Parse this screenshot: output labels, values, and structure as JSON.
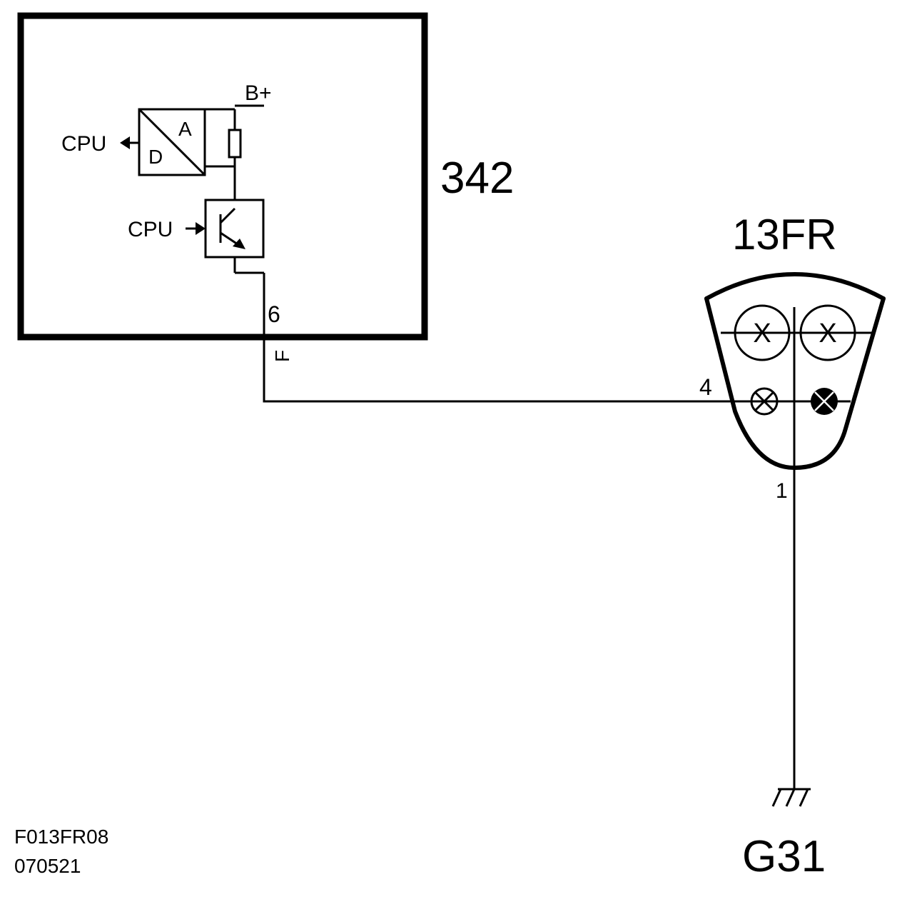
{
  "module": {
    "id": "342",
    "supply_label": "B+",
    "adc": {
      "analog_label": "A",
      "digital_label": "D"
    },
    "cpu_output_label": "CPU",
    "cpu_input_label": "CPU",
    "pin_label": "6",
    "wire_code": "F"
  },
  "lamp": {
    "id": "13FR",
    "symbol_labels": [
      "X",
      "X"
    ],
    "input_pin": "4",
    "ground_pin": "1"
  },
  "ground": {
    "id": "G31"
  },
  "footer": {
    "code": "F013FR08",
    "date": "070521"
  },
  "colors": {
    "ink": "#000000",
    "background": "#ffffff"
  }
}
